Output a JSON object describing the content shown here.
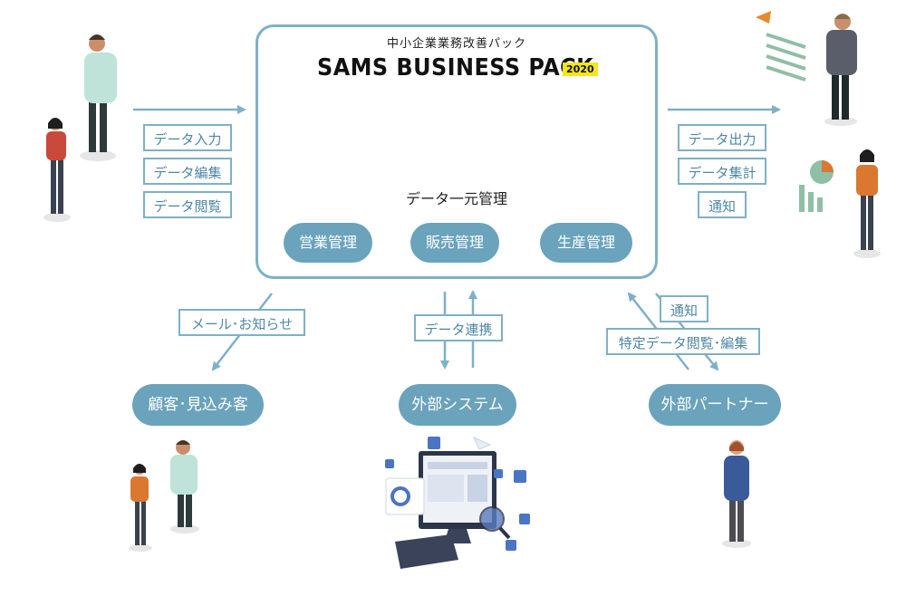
{
  "header": {
    "subtitle": "中小企業業務改善パック",
    "brand": "SAMS BUSINESS PACK",
    "year_badge": "2020"
  },
  "center": {
    "label": "データ一元管理"
  },
  "flow": [
    "営業管理",
    "販売管理",
    "生産管理"
  ],
  "left_tags": [
    "データ入力",
    "データ編集",
    "データ閲覧"
  ],
  "right_tags": [
    "データ出力",
    "データ集計",
    "通知"
  ],
  "bottom": {
    "customer_link": "メール･お知らせ",
    "system_link": "データ連携",
    "partner_link_1": "通知",
    "partner_link_2": "特定データ閲覧･編集"
  },
  "nodes": {
    "customer": "顧客･見込み客",
    "system": "外部システム",
    "partner": "外部パートナー"
  },
  "colors": {
    "accent": "#6aa3bb",
    "line": "#7fb0c6",
    "badge": "#f5e51e",
    "figure_shirt_red": "#c94a3a",
    "figure_shirt_orange": "#d9782e",
    "figure_shirt_mint": "#bfe3d9",
    "figure_shirt_navy": "#3b5a9a"
  }
}
